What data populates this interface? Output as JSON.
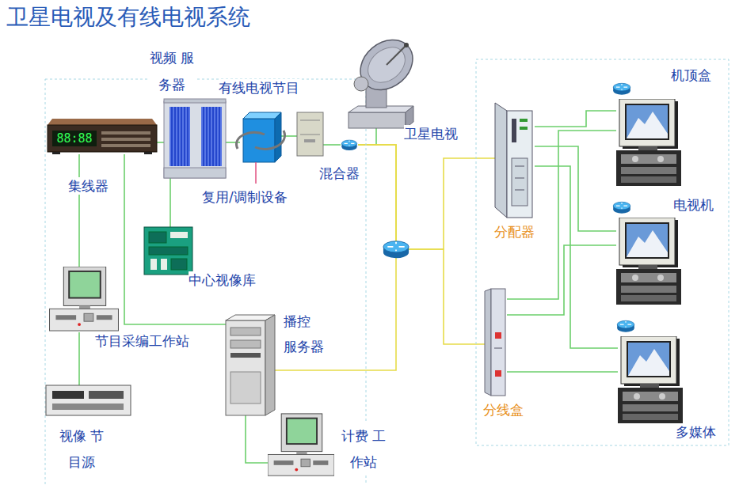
{
  "diagram": {
    "title": "卫星电视及有线电视系统",
    "nodes": [
      {
        "text": [
          "视频 服务器"
        ]
      },
      {
        "text": [
          "集线器"
        ]
      },
      {
        "text": [
          "复用/调制设备"
        ]
      },
      {
        "text": [
          "有线电视节目"
        ]
      },
      {
        "text": [
          "卫星电视"
        ]
      },
      {
        "text": [
          "混合器"
        ]
      },
      {
        "text": [
          "中心视像库"
        ]
      },
      {
        "text": [
          "节目采编工作站"
        ]
      },
      {
        "text": [
          "播控 服务器"
        ]
      },
      {
        "text": [
          "视像 节目源"
        ]
      },
      {
        "text": [
          "计费 工作站"
        ]
      },
      {
        "text": [
          "分配器"
        ]
      },
      {
        "text": [
          "分线盒"
        ]
      },
      {
        "text": [
          "机顶盒"
        ]
      },
      {
        "text": [
          "电视机"
        ]
      },
      {
        "text": [
          "多媒体"
        ]
      }
    ],
    "edges": [
      {
        "from": 1,
        "to": 0,
        "arrow": "none"
      },
      {
        "from": 0,
        "to": 2,
        "arrow": "none"
      },
      {
        "from": 2,
        "to": 3,
        "arrow": "none"
      },
      {
        "from": 3,
        "to": 5,
        "arrow": "none"
      },
      {
        "from": 4,
        "to": 5,
        "arrow": "none"
      },
      {
        "from": 5,
        "to": 11,
        "arrow": "none"
      },
      {
        "from": 5,
        "to": 12,
        "arrow": "none"
      },
      {
        "from": 5,
        "to": 8,
        "arrow": "none"
      },
      {
        "from": 0,
        "to": 6,
        "arrow": "none"
      },
      {
        "from": 1,
        "to": 7,
        "arrow": "none"
      },
      {
        "from": 7,
        "to": 9,
        "arrow": "none"
      },
      {
        "from": 1,
        "to": 8,
        "arrow": "none"
      },
      {
        "from": 8,
        "to": 10,
        "arrow": "none"
      },
      {
        "from": 11,
        "to": 13,
        "arrow": "none"
      },
      {
        "from": 11,
        "to": 14,
        "arrow": "none"
      },
      {
        "from": 11,
        "to": 15,
        "arrow": "none"
      },
      {
        "from": 12,
        "to": 13,
        "arrow": "none"
      },
      {
        "from": 12,
        "to": 14,
        "arrow": "none"
      },
      {
        "from": 12,
        "to": 15,
        "arrow": "none"
      }
    ],
    "labels": [
      "88:88"
    ]
  }
}
